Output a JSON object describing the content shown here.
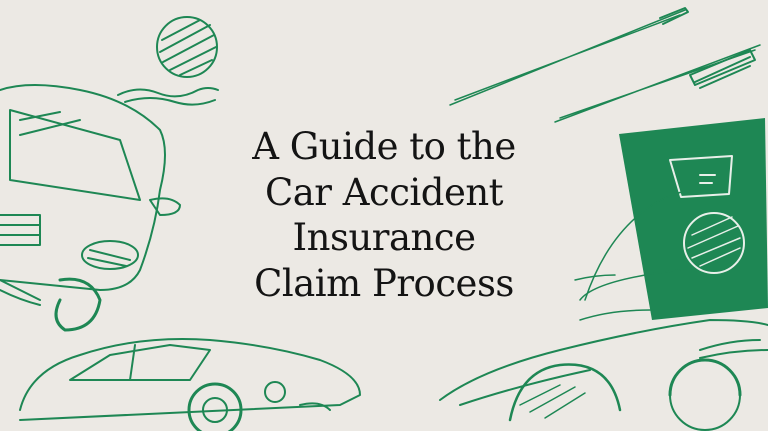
{
  "title": {
    "lines": [
      "A Guide to the",
      "Car Accident",
      "Insurance",
      "Claim Process"
    ]
  },
  "colors": {
    "background": "#ece9e4",
    "accent": "#1e8754",
    "text": "#141414"
  }
}
